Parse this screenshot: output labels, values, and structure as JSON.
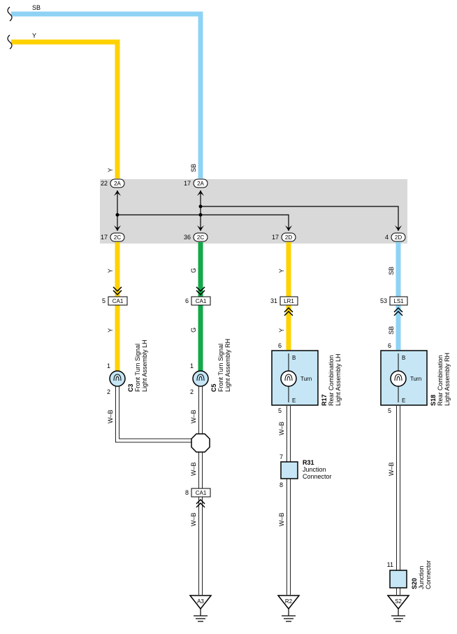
{
  "colors": {
    "Y": "#ffd200",
    "SB": "#8fd3f4",
    "G": "#13a84a",
    "WB_outline": "#222222",
    "junction_block": "#d9d9d9",
    "component_fill": "#c6e6f5"
  },
  "input_wires": {
    "sb": "SB",
    "y": "Y"
  },
  "junction_block": {
    "top_connectors": [
      {
        "pin": "22",
        "conn": "2A",
        "wire": "Y"
      },
      {
        "pin": "17",
        "conn": "2A",
        "wire": "SB"
      }
    ],
    "bottom_connectors": [
      {
        "pin": "17",
        "conn": "2C"
      },
      {
        "pin": "36",
        "conn": "2C"
      },
      {
        "pin": "17",
        "conn": "2D"
      },
      {
        "pin": "4",
        "conn": "2D"
      }
    ]
  },
  "branches": [
    {
      "wire_top": "Y",
      "wire_mid": "Y",
      "connector": {
        "pin": "5",
        "name": "CA1"
      },
      "component": {
        "id": "C3",
        "line1": "Front Turn Signal",
        "line2": "Light Assembly LH",
        "pin_in": "1",
        "pin_out": "2"
      },
      "wire_low": "W–B"
    },
    {
      "wire_top": "G",
      "wire_mid": "G",
      "connector": {
        "pin": "6",
        "name": "CA1"
      },
      "component": {
        "id": "C5",
        "line1": "Front Turn Signal",
        "line2": "Light Assembly RH",
        "pin_in": "1",
        "pin_out": "2"
      },
      "wire_low": "W–B",
      "wire_low2": "W–B",
      "connector2": {
        "pin": "8",
        "name": "CA1"
      },
      "wire_low3": "W–B",
      "ground": "A3"
    },
    {
      "wire_top": "Y",
      "wire_mid": "Y",
      "connector": {
        "pin": "31",
        "name": "LR1"
      },
      "component": {
        "id": "R17",
        "line1": "Rear Combination",
        "line2": "Light Assembly LH",
        "pin_in": "6",
        "pin_out": "5",
        "label_b": "B",
        "label_turn": "Turn",
        "label_e": "E"
      },
      "wire_low": "W–B",
      "junction": {
        "id": "R31",
        "line1": "Junction",
        "line2": "Connector",
        "pin_in": "7",
        "pin_out": "8"
      },
      "wire_low2": "W–B",
      "ground": "R2"
    },
    {
      "wire_top": "SB",
      "wire_mid": "SB",
      "connector": {
        "pin": "53",
        "name": "LS1"
      },
      "component": {
        "id": "S18",
        "line1": "Rear Combination",
        "line2": "Light Assembly RH",
        "pin_in": "6",
        "pin_out": "5",
        "label_b": "B",
        "label_turn": "Turn",
        "label_e": "E"
      },
      "wire_low": "W–B",
      "junction": {
        "id": "S20",
        "line1": "Junction",
        "line2": "Connector",
        "pin_in": "11"
      },
      "ground": "S2"
    }
  ]
}
